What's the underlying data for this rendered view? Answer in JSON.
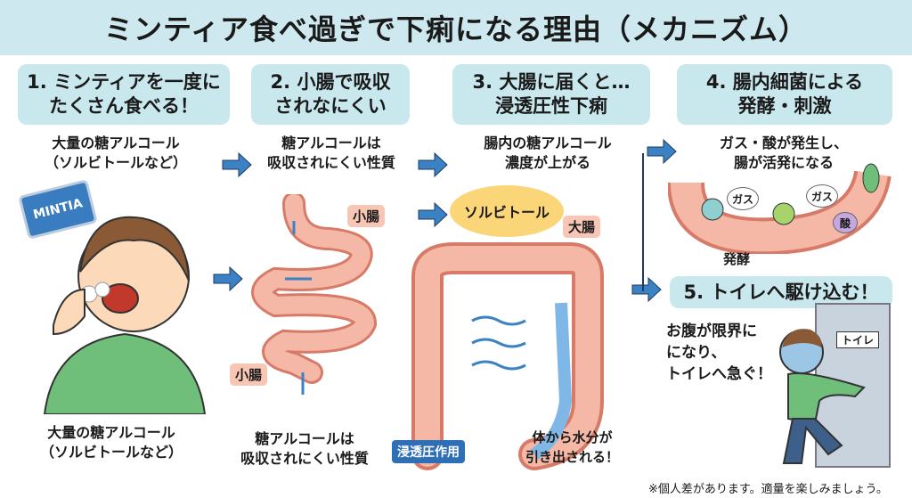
{
  "title": "ミンティア食べ過ぎで下痢になる理由（メカニズム）",
  "steps": [
    {
      "label": "1. ミンティアを一度に\nたくさん食べる！",
      "desc": "大量の糖アルコール\n（ソルビトールなど）",
      "caption": "大量の糖アルコール\n（ソルビトールなど）",
      "package": "MINTIA"
    },
    {
      "label": "2. 小腸で吸収\nされなにくい",
      "desc": "糖アルコールは\n吸収されにくい性質",
      "caption": "糖アルコールは\n吸収されにくい性質",
      "tag_top": "小腸",
      "tag_bottom": "小腸"
    },
    {
      "label": "3. 大腸に届くと…\n浸透圧性下痢",
      "desc": "腸内の糖アルコール\n濃度が上がる",
      "sorbitol": "ソルビトール",
      "colon": "大腸",
      "osmosis": "浸透圧作用",
      "water": "体から水分が\n引き出される！"
    },
    {
      "label": "4. 腸内細菌による\n発酵・刺激",
      "desc": "ガス・酸が発生し、\n腸が活発になる",
      "gas1": "ガス",
      "gas2": "ガス",
      "acid": "酸",
      "ferment": "発酵"
    },
    {
      "label": "5. トイレへ駆け込む！",
      "desc": "お腹が限界に\nになり、\nトイレへ急ぐ！",
      "door": "トイレ"
    }
  ],
  "footer": "※個人差があります。適量を楽しみましょう。",
  "colors": {
    "band": "#cde9ef",
    "arrow": "#3b82c4",
    "intestine": "#f2a08a"
  }
}
